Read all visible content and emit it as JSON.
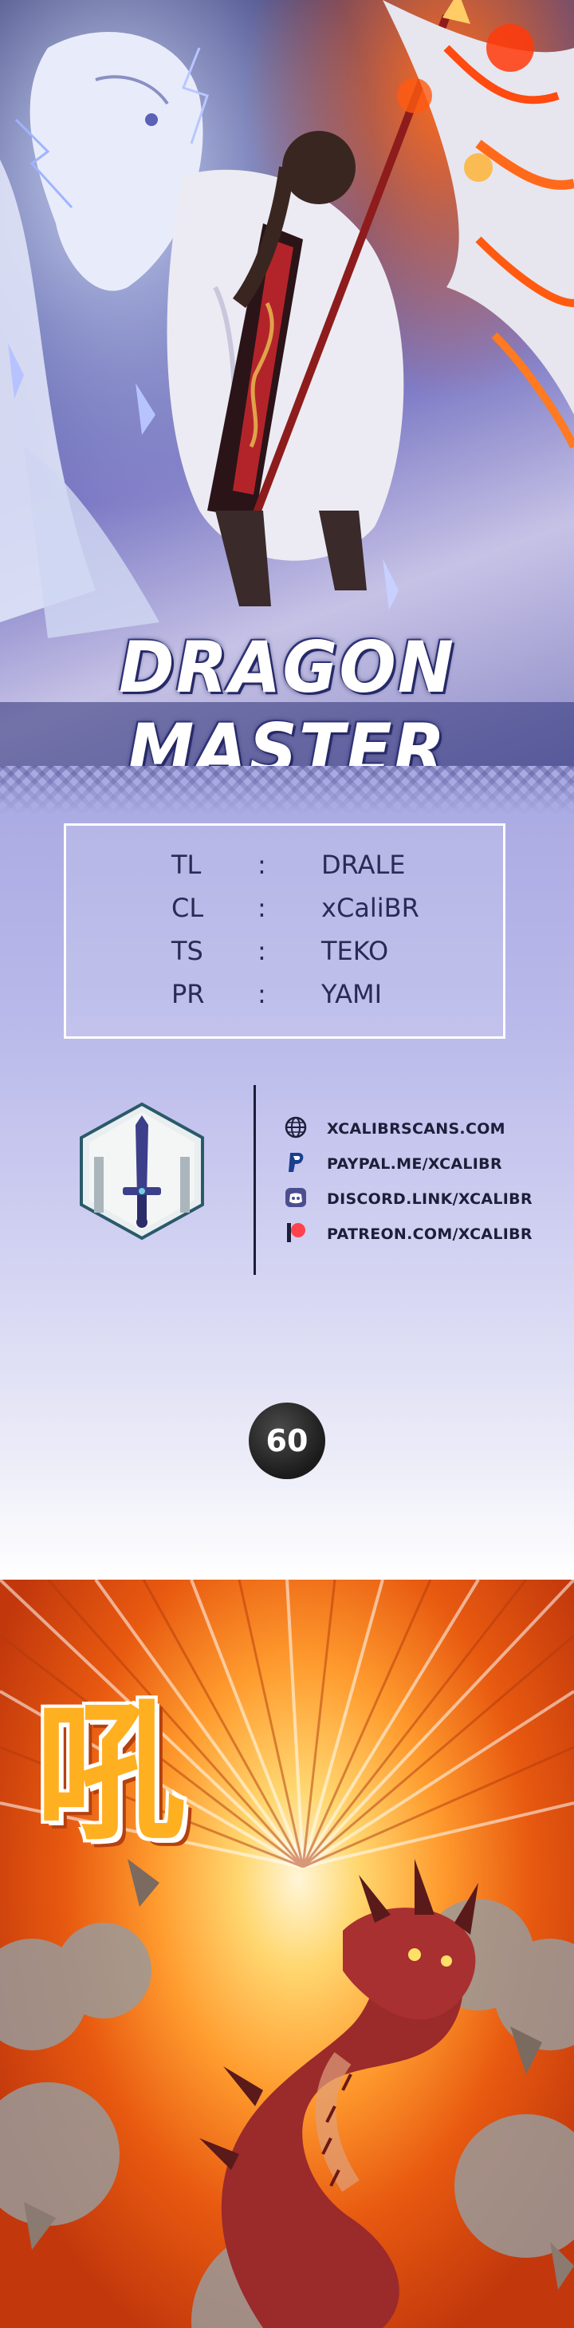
{
  "cover": {
    "title": "DRAGON MASTER"
  },
  "credits": [
    {
      "role": "TL",
      "separator": ":",
      "name": "DRALE"
    },
    {
      "role": "CL",
      "separator": ":",
      "name": "xCaliBR"
    },
    {
      "role": "TS",
      "separator": ":",
      "name": "TEKO"
    },
    {
      "role": "PR",
      "separator": ":",
      "name": "YAMI"
    }
  ],
  "links": [
    {
      "icon": "globe-icon",
      "text": "XCALIBRSCANS.COM"
    },
    {
      "icon": "paypal-icon",
      "text": "PAYPAL.ME/XCALIBR"
    },
    {
      "icon": "discord-icon",
      "text": "DISCORD.LINK/XCALIBR"
    },
    {
      "icon": "patreon-icon",
      "text": "PATREON.COM/XCALIBR"
    }
  ],
  "chapter": {
    "number": "60"
  },
  "panel": {
    "sound_effect": "吼"
  },
  "colors": {
    "credit_text": "#2a2a55",
    "link_text": "#1e1e3a",
    "badge_bg": "#1b1b1b",
    "sfx_orange": "#ffb020",
    "dragon_red": "#9b2a2a"
  }
}
